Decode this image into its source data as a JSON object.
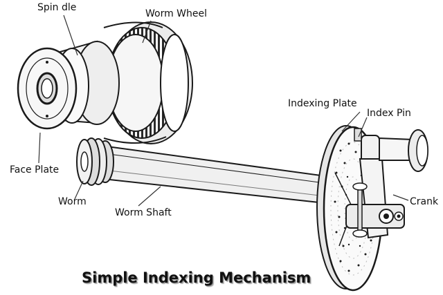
{
  "title": "Simple Indexing Mechanism",
  "labels": {
    "spindle": "Spin dle",
    "worm_wheel": "Worm Wheel",
    "face_plate": "Face Plate",
    "worm": "Worm",
    "worm_shaft": "Worm Shaft",
    "indexing_plate": "Indexing Plate",
    "index_pin": "Index Pin",
    "crank": "Crank"
  },
  "colors": {
    "line": "#1a1a1a",
    "shade": "#cfcfcf",
    "metal": "#f2f2f2",
    "pointer": "#333333"
  }
}
